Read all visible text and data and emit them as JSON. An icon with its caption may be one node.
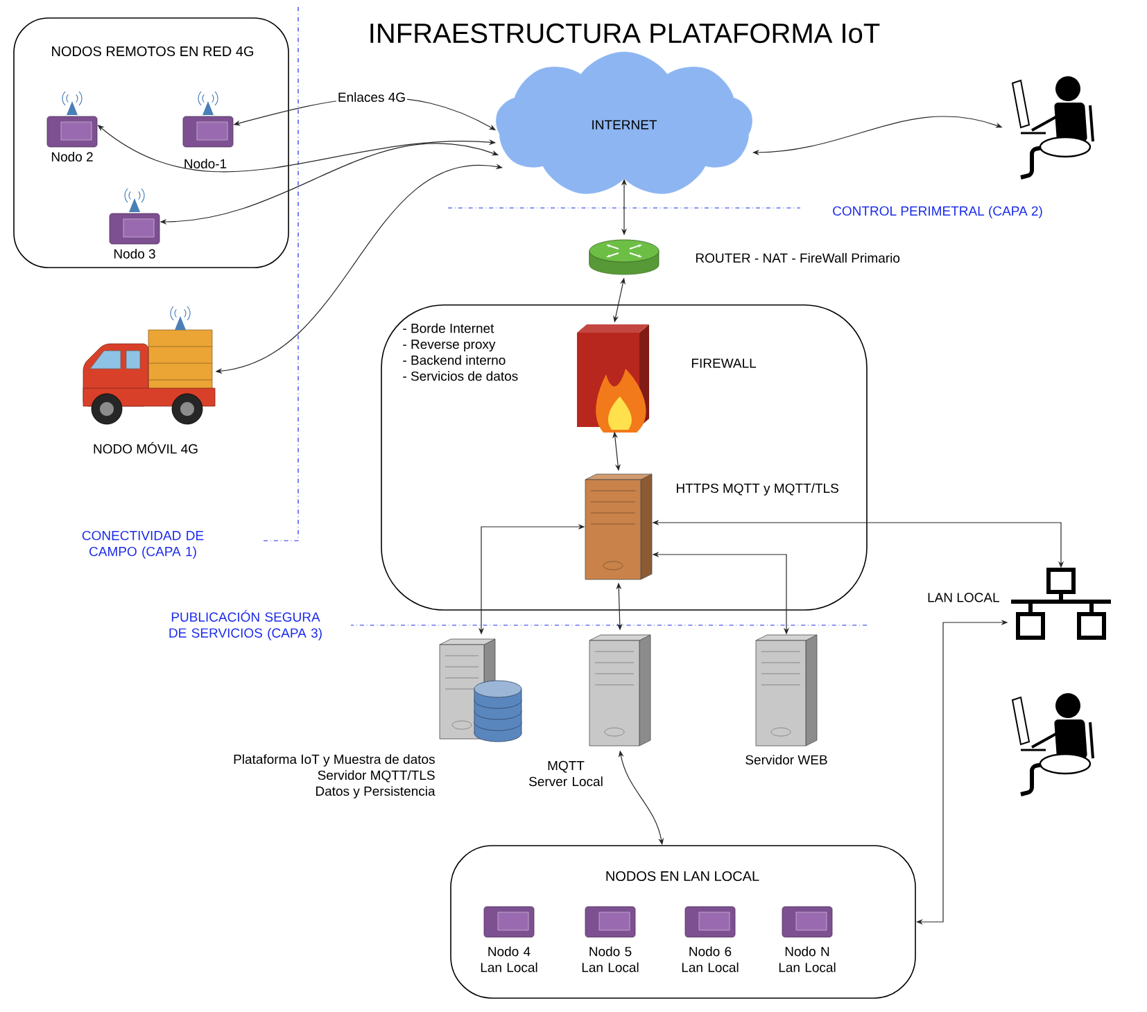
{
  "diagram": {
    "title": "INFRAESTRUCTURA PLATAFORMA IoT",
    "nodes": [
      {
        "text": [
          "NODOS REMOTOS EN RED 4G"
        ]
      },
      {
        "text": [
          "Nodo 2"
        ],
        "in": 0
      },
      {
        "text": [
          "Nodo-1"
        ],
        "in": 0
      },
      {
        "text": [
          "Nodo 3"
        ],
        "in": 0
      },
      {
        "text": [
          "NODO MÓVIL 4G"
        ]
      },
      {
        "text": [
          "INTERNET"
        ]
      },
      {
        "text": [],
        "shape": "person"
      },
      {
        "text": [
          "ROUTER - NAT - FireWall Primario"
        ]
      },
      {
        "text": [
          "- Borde Internet",
          "- Reverse proxy",
          "- Backend interno",
          "- Servicios de datos"
        ]
      },
      {
        "text": [
          "FIREWALL"
        ],
        "in": 8
      },
      {
        "text": [
          "HTTPS MQTT y MQTT/TLS"
        ],
        "in": 8
      },
      {
        "text": [
          "Plataforma IoT y Muestra de datos",
          "Servidor MQTT/TLS",
          "Datos y Persistencia"
        ]
      },
      {
        "text": [
          "MQTT Server Local"
        ]
      },
      {
        "text": [
          "Servidor WEB"
        ]
      },
      {
        "text": [
          "LAN LOCAL"
        ]
      },
      {
        "text": [],
        "shape": "person"
      },
      {
        "text": [
          "NODOS EN LAN LOCAL"
        ]
      },
      {
        "text": [
          "Nodo 4 Lan Local"
        ],
        "in": 16
      },
      {
        "text": [
          "Nodo 5 Lan Local"
        ],
        "in": 16
      },
      {
        "text": [
          "Nodo 6 Lan Local"
        ],
        "in": 16
      },
      {
        "text": [
          "Nodo N Lan Local"
        ],
        "in": 16
      }
    ],
    "edges": [
      {
        "from": 5,
        "to": 2,
        "arrow": "both",
        "label": "Enlaces 4G"
      },
      {
        "from": 5,
        "to": 1,
        "arrow": "both"
      },
      {
        "from": 5,
        "to": 3,
        "arrow": "both"
      },
      {
        "from": 5,
        "to": 4,
        "arrow": "both"
      },
      {
        "from": 5,
        "to": 6,
        "arrow": "both"
      },
      {
        "from": 5,
        "to": 7,
        "arrow": "both"
      },
      {
        "from": 7,
        "to": 9,
        "arrow": "both"
      },
      {
        "from": 9,
        "to": 10,
        "arrow": "both"
      },
      {
        "from": 10,
        "to": 11,
        "arrow": "both"
      },
      {
        "from": 10,
        "to": 12,
        "arrow": "both"
      },
      {
        "from": 10,
        "to": 13,
        "arrow": "both"
      },
      {
        "from": 10,
        "to": 14,
        "arrow": "both"
      },
      {
        "from": 12,
        "to": 16,
        "arrow": "both"
      },
      {
        "from": 14,
        "to": 16,
        "arrow": "both"
      }
    ],
    "labels": [
      "CONTROL PERIMETRAL (CAPA 2)",
      "CONECTIVIDAD DE CAMPO (CAPA 1)",
      "PUBLICACIÓN SEGURA DE SERVICIOS (CAPA 3)"
    ]
  }
}
